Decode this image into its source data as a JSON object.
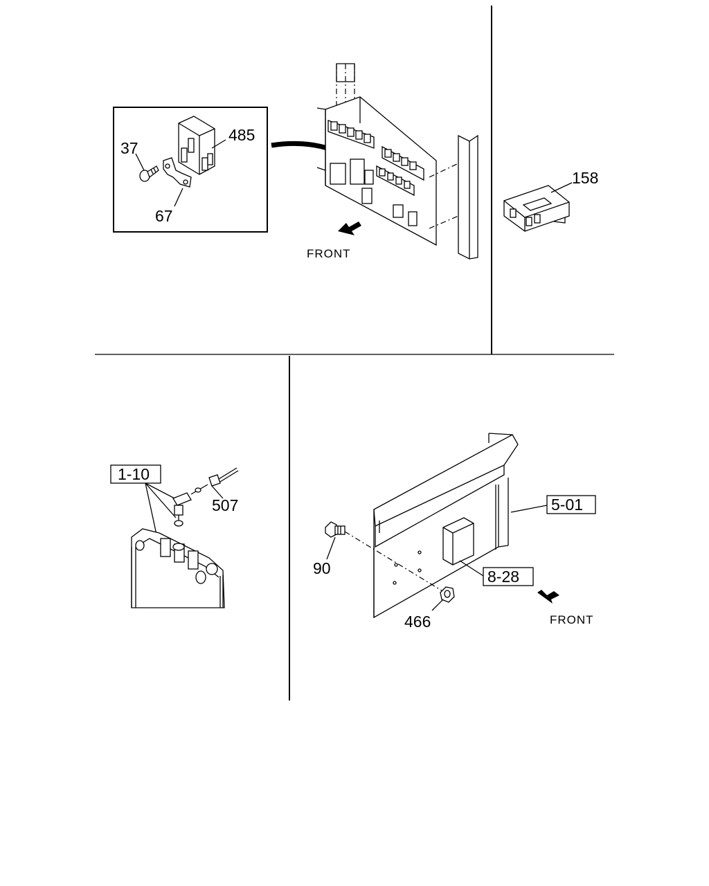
{
  "panels": {
    "top_left": {
      "callouts": {
        "relay_unit": "485",
        "bolt": "37",
        "bracket": "67"
      },
      "direction_label": "FRONT"
    },
    "top_right": {
      "callouts": {
        "control_unit": "158"
      }
    },
    "bottom_left": {
      "callouts": {
        "radiator_ref": "1-10",
        "sensor": "507"
      }
    },
    "bottom_right": {
      "callouts": {
        "frame_ref": "5-01",
        "module_ref": "8-28",
        "bolt": "90",
        "nut": "466"
      },
      "direction_label": "FRONT"
    }
  }
}
